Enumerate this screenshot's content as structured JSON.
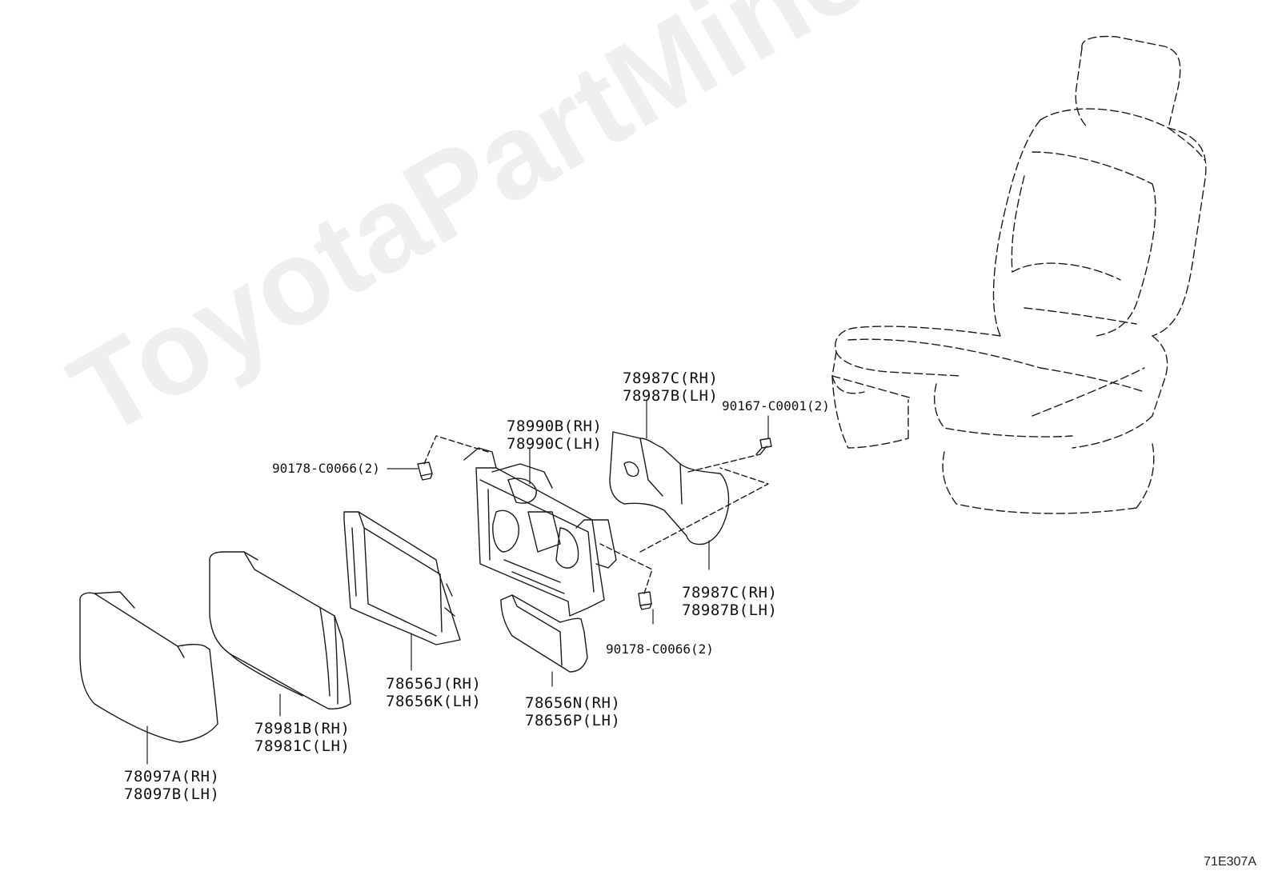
{
  "watermark": "ToyotaPartMiner.ru",
  "diagram_code": "71E307A",
  "labels": {
    "p78097": [
      "78097A(RH)",
      "78097B(LH)"
    ],
    "p78981": [
      "78981B(RH)",
      "78981C(LH)"
    ],
    "p78656jk": [
      "78656J(RH)",
      "78656K(LH)"
    ],
    "p78656np": [
      "78656N(RH)",
      "78656P(LH)"
    ],
    "p78990": [
      "78990B(RH)",
      "78990C(LH)"
    ],
    "p78987_top": [
      "78987C(RH)",
      "78987B(LH)"
    ],
    "p78987_bottom": [
      "78987C(RH)",
      "78987B(LH)"
    ],
    "clip_left": "90178-C0066(2)",
    "clip_bottom": "90178-C0066(2)",
    "screw": "90167-C0001(2)"
  }
}
